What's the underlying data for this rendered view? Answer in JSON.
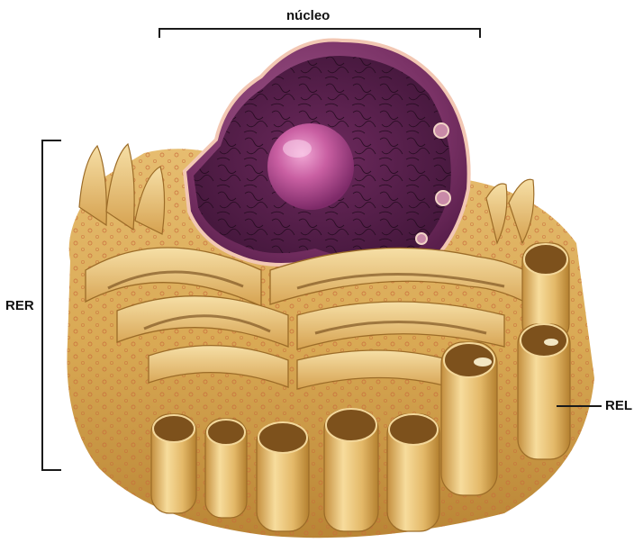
{
  "labels": {
    "nucleus": "núcleo",
    "rough_er": "RER",
    "smooth_er": "REL"
  },
  "colors": {
    "er_light": "#f3d79a",
    "er_mid": "#d9ab55",
    "er_dark": "#9c6c28",
    "nucleus_outer": "#8e3f78",
    "nucleus_inner": "#4c1b41",
    "nucleolus": "#cc6aa8",
    "bracket": "#1a1a1a"
  }
}
